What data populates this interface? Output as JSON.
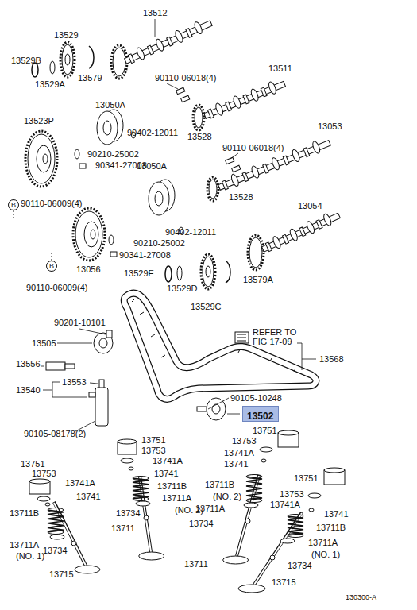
{
  "diagram": {
    "nodes": [
      {
        "text": [
          "13502"
        ]
      }
    ],
    "labels": [
      "13512",
      "13529",
      "13529B",
      "13579",
      "13529A",
      "90110-06018(4)",
      "13511",
      "13050A",
      "13523P",
      "90402-12011",
      "13528",
      "13053",
      "90210-25002",
      "90110-06018(4)",
      "90341-27008",
      "13050A",
      "B",
      "90110-06009(4)",
      "13528",
      "13054",
      "90402-12011",
      "90210-25002",
      "90341-27008",
      "B",
      "13056",
      "90110-06009(4)",
      "13529E",
      "13579A",
      "13529D",
      "13529C",
      "90201-10101",
      "REFER TO",
      "FIG 17-09",
      "13505",
      "13568",
      "13556",
      "13553",
      "13540",
      "90105-10248",
      "13751",
      "90105-08178(2)",
      "13751",
      "13753",
      "13753",
      "13741A",
      "13741A",
      "13741",
      "13751",
      "13741",
      "13753",
      "13751",
      "13741A",
      "13711B",
      "13711B",
      "13753",
      "13741",
      "(NO. 2)",
      "13711A",
      "13741A",
      "13734",
      "(NO. 2)",
      "13711A",
      "13711B",
      "13741",
      "13734",
      "13711",
      "13711B",
      "13711A",
      "13711A",
      "13734",
      "(NO. 1)",
      "(NO. 1)",
      "13734",
      "13711",
      "13715",
      "13715",
      "130300-A"
    ]
  }
}
